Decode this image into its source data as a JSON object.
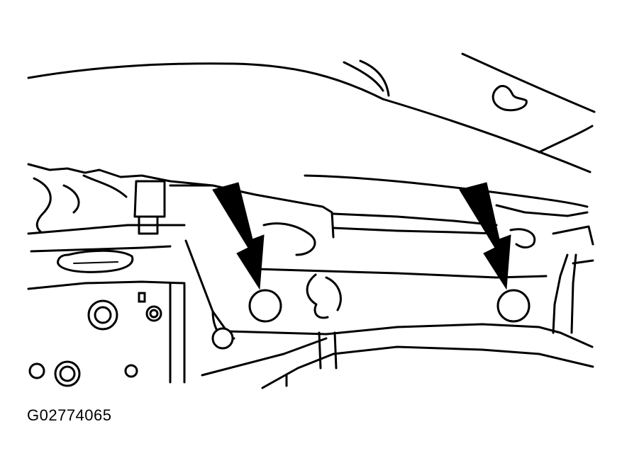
{
  "figure": {
    "code": "G02774065",
    "line_color": "#000000",
    "background_color": "#ffffff",
    "callout_arrows": 2,
    "highlighted_holes": 2
  }
}
